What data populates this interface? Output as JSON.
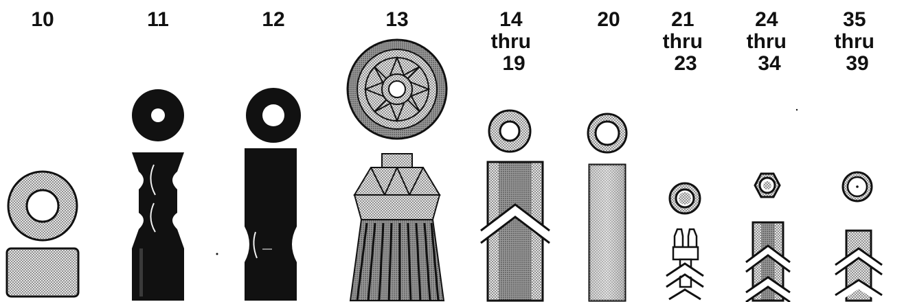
{
  "parts": [
    {
      "id": "10",
      "label_lines": [
        "10"
      ]
    },
    {
      "id": "11",
      "label_lines": [
        "11"
      ]
    },
    {
      "id": "12",
      "label_lines": [
        "12"
      ]
    },
    {
      "id": "13",
      "label_lines": [
        "13"
      ]
    },
    {
      "id": "14-19",
      "label_lines": [
        "14",
        "thru",
        "19"
      ]
    },
    {
      "id": "20",
      "label_lines": [
        "20"
      ]
    },
    {
      "id": "21-23",
      "label_lines": [
        "21",
        "thru",
        "23"
      ]
    },
    {
      "id": "24-34",
      "label_lines": [
        "24",
        "thru",
        "34"
      ]
    },
    {
      "id": "35-39",
      "label_lines": [
        "35",
        "thru",
        "39"
      ]
    }
  ],
  "colors": {
    "ink": "#111111",
    "paper": "#ffffff",
    "shade_light": "#d4d4d4",
    "shade_mid": "#b3b3b3",
    "shade_dark": "#8f8f8f"
  }
}
